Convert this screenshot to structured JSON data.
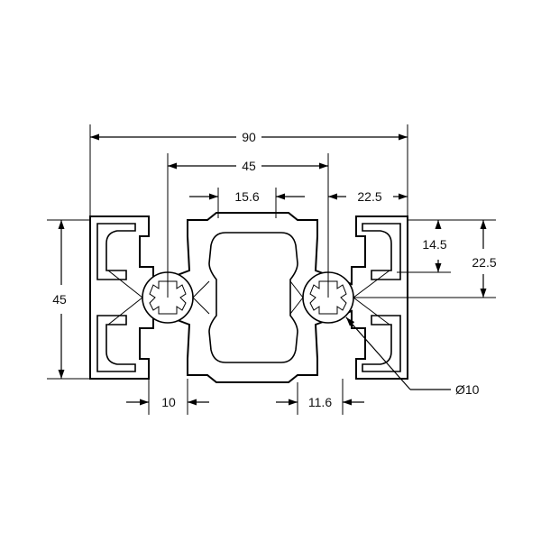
{
  "drawing": {
    "dimensions": {
      "overall_width": "90",
      "slot_spacing": "45",
      "center_pocket": "15.6",
      "edge_to_slot": "22.5",
      "height": "45",
      "slot_depth": "14.5",
      "half_height": "22.5",
      "slot_width_left": "10",
      "slot_width_bottom": "11.6",
      "bore_diameter": "Ø10"
    }
  }
}
